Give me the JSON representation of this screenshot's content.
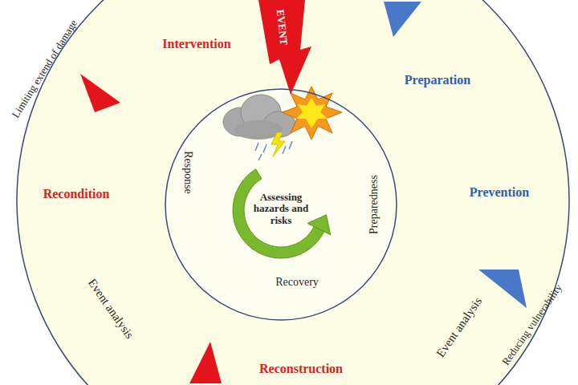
{
  "diagram": {
    "nodes": [
      {
        "text": [
          "Intervention",
          "Preparation",
          "Prevention",
          "Event analysis",
          "Reconstruction",
          "Recondition",
          "Event analysis"
        ]
      },
      {
        "text": [
          "Response",
          "Preparedness",
          "Recovery",
          "Assessing hazards and risks"
        ],
        "in": 0
      }
    ],
    "labels": [
      "EVENT",
      "Limiting extend of damage",
      "Reducing vulnerability"
    ]
  }
}
